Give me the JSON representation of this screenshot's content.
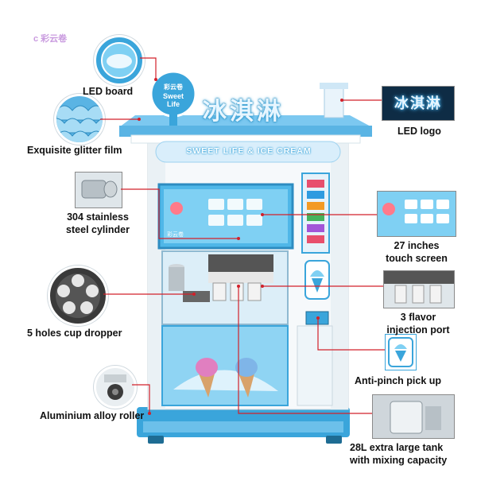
{
  "brand": {
    "logo_text": "c 彩云卷",
    "board_cn": "彩云卷",
    "board_en": "Sweet Life"
  },
  "machine": {
    "roof_sign": "冰淇淋",
    "banner": "SWEET LIFE & ICE CREAM",
    "screen_title": "彩云卷"
  },
  "callouts": {
    "led_board": "LED board",
    "glitter_film": "Exquisite glitter film",
    "steel_cylinder_line1": "304 stainless",
    "steel_cylinder_line2": "steel cylinder",
    "cup_dropper": "5 holes cup dropper",
    "roller": "Aluminium alloy roller",
    "led_logo": "LED logo",
    "touch_screen_line1": "27 inches",
    "touch_screen_line2": "touch screen",
    "flavor_line1": "3 flavor",
    "flavor_line2": "injection port",
    "anti_pinch": "Anti-pinch pick up",
    "tank_line1": "28L extra large tank",
    "tank_line2": "with mixing capacity"
  },
  "colors": {
    "accent_blue": "#3aa5db",
    "light_blue": "#bfe3f6",
    "leader_red": "#d2202a",
    "frame_white": "#f5f8fa"
  },
  "icons": [
    "cloud-logo-icon",
    "ice-cream-icon"
  ]
}
